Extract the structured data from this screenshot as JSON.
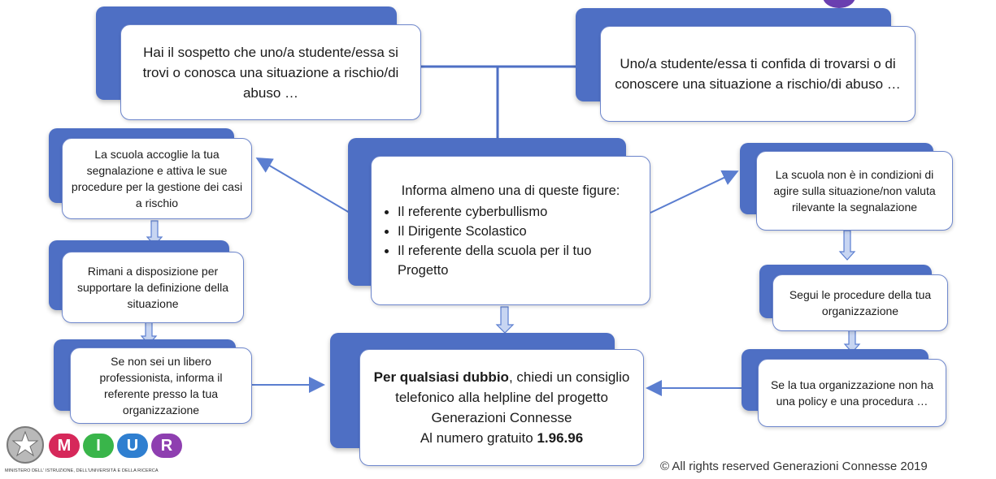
{
  "boxes": {
    "top_left": "Hai il sospetto che uno/a studente/essa si trovi o conosca una situazione a rischio/di abuso …",
    "top_right": "Uno/a studente/essa ti confida di trovarsi o di conoscere una situazione a rischio/di abuso …",
    "left_1": "La scuola accoglie la tua segnalazione e attiva le sue procedure per la gestione dei casi a rischio",
    "left_2": "Rimani a disposizione per supportare la definizione della situazione",
    "left_3": "Se non sei un libero professionista, informa il referente presso la tua organizzazione",
    "center": {
      "heading": "Informa almeno una di queste figure:",
      "items": [
        "Il referente cyberbullismo",
        "Il Dirigente Scolastico",
        "Il referente della scuola per il tuo Progetto"
      ]
    },
    "right_1": "La scuola non è in condizioni di agire sulla situazione/non valuta rilevante la segnalazione",
    "right_2": "Segui le procedure della tua organizzazione",
    "right_3": "Se la tua organizzazione non ha una policy e una procedura …",
    "bottom": {
      "bold_lead": "Per qualsiasi dubbio",
      "text": ", chiedi un consiglio telefonico alla helpline  del progetto Generazioni Connesse",
      "number_prefix": "Al numero gratuito ",
      "number": "1.96.96"
    }
  },
  "footer": {
    "copyright": "© All rights reserved Generazioni Connesse  2019",
    "logo_letters": [
      "M",
      "I",
      "U",
      "R"
    ],
    "ministry": "MINISTERO DELL' ISTRUZIONE, DELL'UNIVERSITÀ E DELLA RICERCA"
  },
  "colors": {
    "tab_blue": "#4e6fc4",
    "border_blue": "#6d86cc",
    "arrow_blue": "#5b7ed0",
    "miur_red": "#d6285a",
    "miur_green": "#39b54a",
    "miur_blue": "#2f7fd0",
    "miur_purple": "#8e3fb0"
  }
}
